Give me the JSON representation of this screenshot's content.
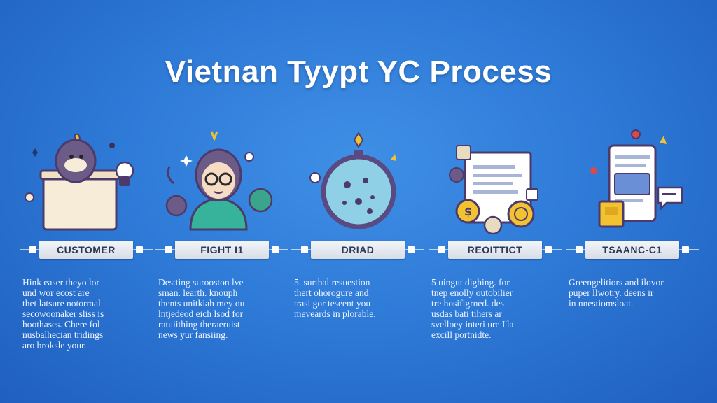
{
  "title": "Vietnan Tyypt YC Process",
  "steps": [
    {
      "label": "CUSTOMER",
      "icon": "customer-box-icon",
      "text": "Hink easer theyo lor\nund wor ecost are\nthet latsure notormal\nsecowoonaker sliss is\nhoothases. Chere fol\nnusbalhecian tridings\naro broksle your."
    },
    {
      "label": "FIGHT I1",
      "icon": "person-glasses-icon",
      "text": "Destting surooston lve\nsman. learth. knouph\nthents unitkiah mey ou\nlntjedeod eich lsod for\nratuiithing theraeruist\nnews yur fansiing."
    },
    {
      "label": "DRIAD",
      "icon": "magnifier-orb-icon",
      "text": "5. surthal resuestion\nthert ohorogure and\ntrasi gor teseent you\nmeveards in plorable."
    },
    {
      "label": "REOITTICT",
      "icon": "document-coins-icon",
      "text": "5 uingut dighing. for\ntnep enolly outobilier\ntre hosifigrned. des\nusdas bati tihers ar\nsvelloey interi ure I'la\nexcill portnidte."
    },
    {
      "label": "TSAANC-C1",
      "icon": "tablet-chat-icon",
      "text": "Greengelitiors and ilovor\npuper llwotry. deens ir\nin nnestiomsloat."
    }
  ],
  "colors": {
    "background": "#2f7bd8",
    "chip": "#e6eaf0",
    "chip_text": "#2a3a55",
    "outline": "#4b3a6b",
    "accent_yellow": "#f2c230",
    "accent_cream": "#f6ecd8"
  }
}
